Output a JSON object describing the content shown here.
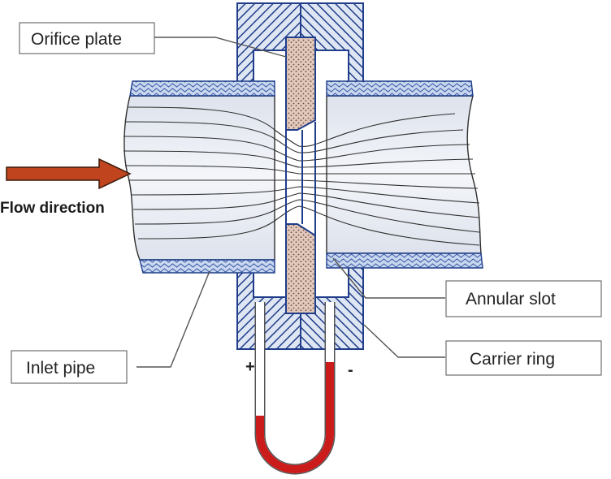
{
  "labels": {
    "orifice_plate": "Orifice plate",
    "annular_slot": "Annular slot",
    "carrier_ring": "Carrier ring",
    "inlet_pipe": "Inlet pipe",
    "flow_direction": "Flow direction",
    "plus_sign": "+",
    "minus_sign": "-"
  },
  "colors": {
    "hatch_blue": "#1f3d8a",
    "pipe_fill": "#d6dbe6",
    "orifice_fill": "#d9b8a8",
    "arrow": "#c0451e",
    "mercury": "#cc1b1b"
  },
  "icons": {
    "flow_arrow": "right-arrow-icon"
  }
}
